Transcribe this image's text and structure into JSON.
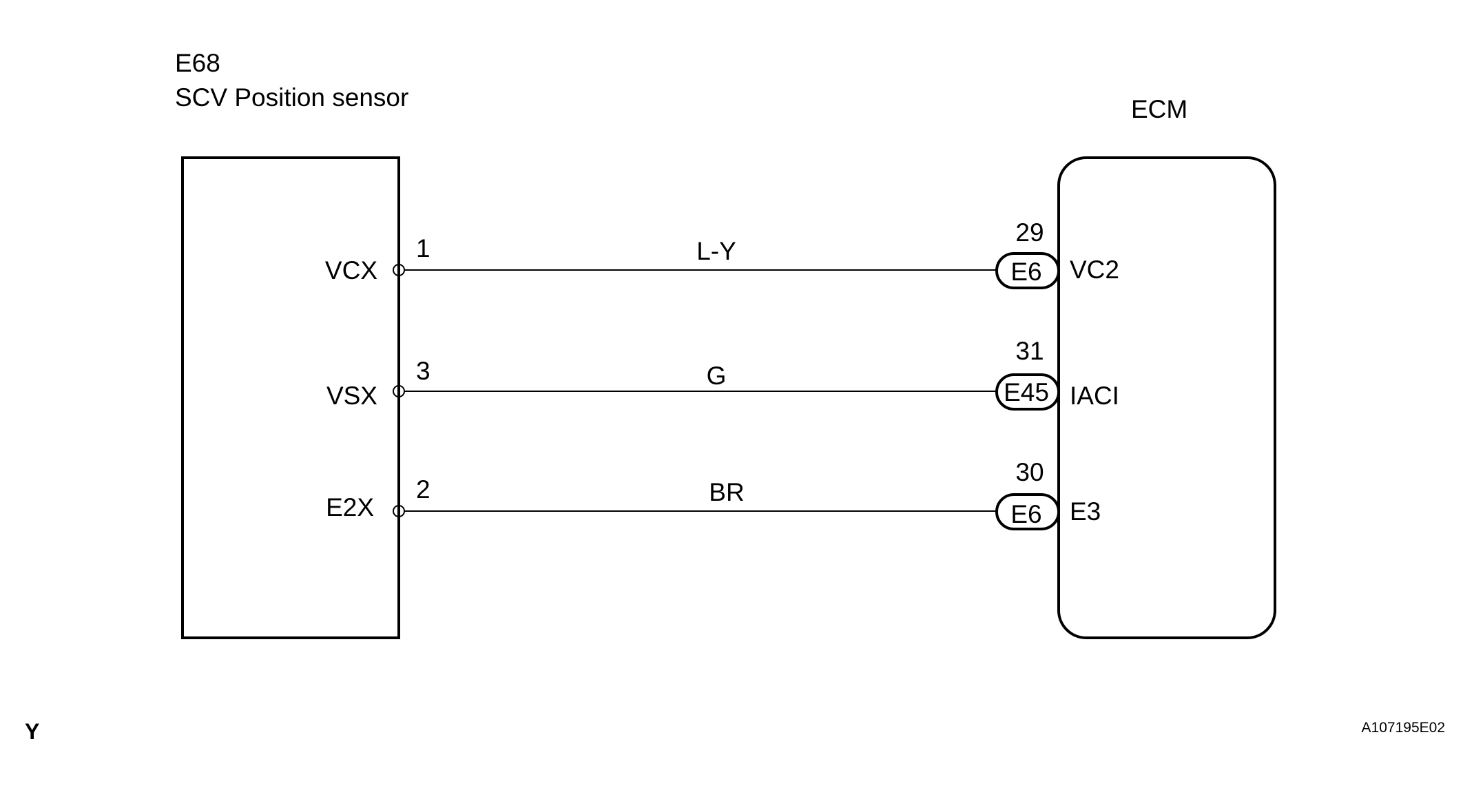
{
  "sensor": {
    "code": "E68",
    "name": "SCV Position sensor"
  },
  "ecm": {
    "label": "ECM"
  },
  "wires": [
    {
      "sensor_terminal": "VCX",
      "sensor_pin": "1",
      "wire_color": "L-Y",
      "ecm_pin": "29",
      "connector": "E6",
      "ecm_terminal": "VC2"
    },
    {
      "sensor_terminal": "VSX",
      "sensor_pin": "3",
      "wire_color": "G",
      "ecm_pin": "31",
      "connector": "E45",
      "ecm_terminal": "IACI"
    },
    {
      "sensor_terminal": "E2X",
      "sensor_pin": "2",
      "wire_color": "BR",
      "ecm_pin": "30",
      "connector": "E6",
      "ecm_terminal": "E3"
    }
  ],
  "corner_mark": "Y",
  "figure_id": "A107195E02",
  "colors": {
    "line": "#000000",
    "background": "#ffffff"
  }
}
